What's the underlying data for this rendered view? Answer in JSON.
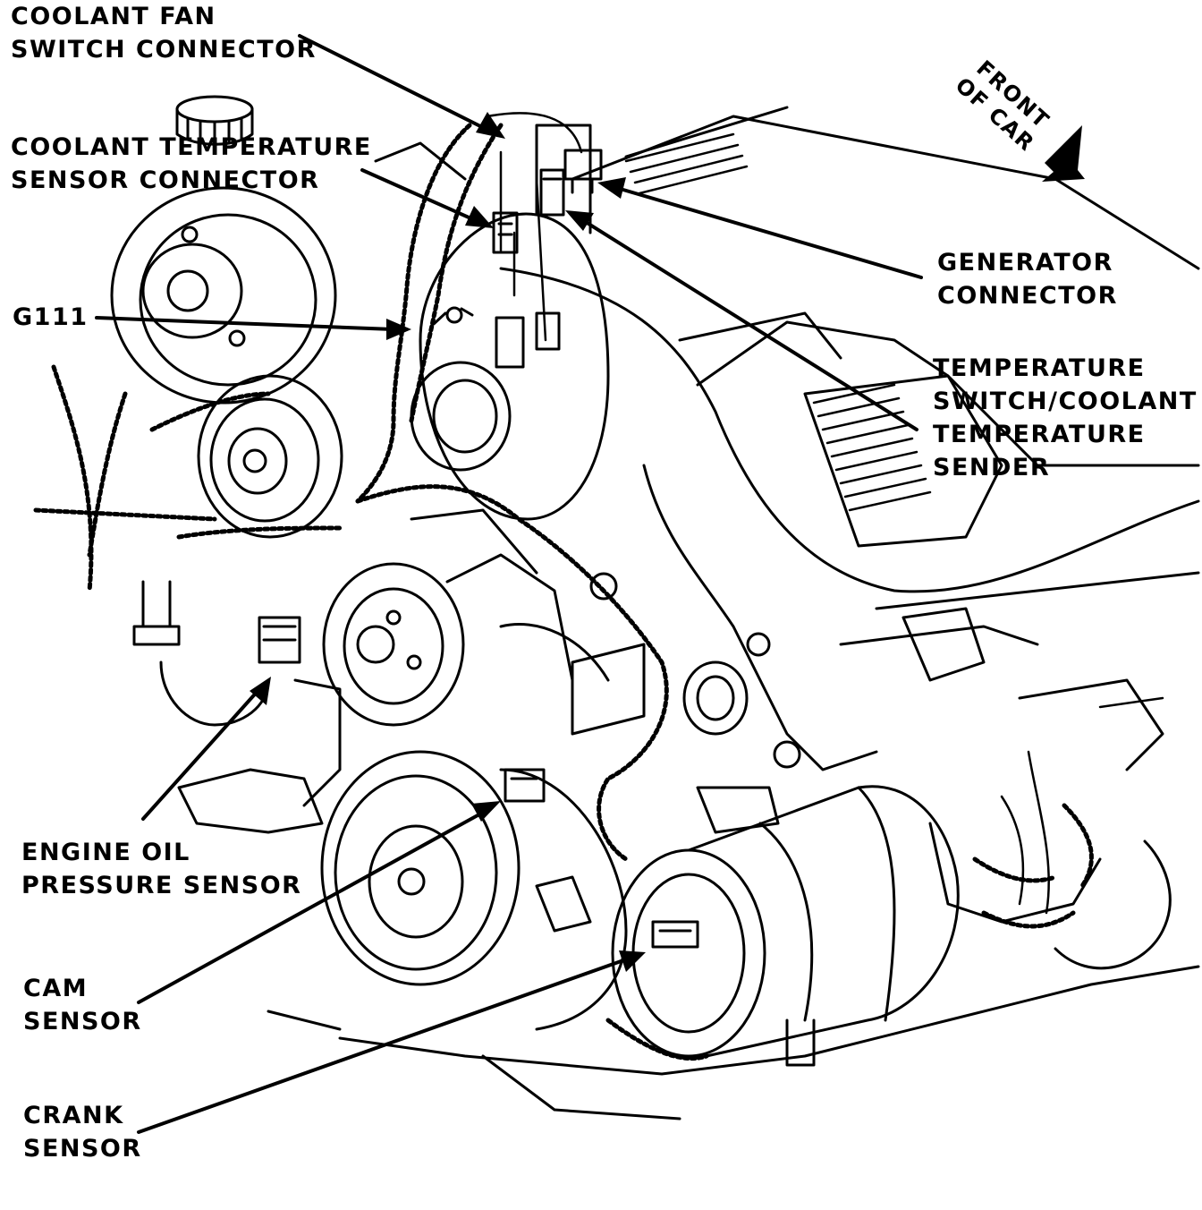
{
  "labels": {
    "coolant_fan": {
      "line1": "COOLANT FAN",
      "line2": "SWITCH CONNECTOR"
    },
    "coolant_temp_sensor": {
      "line1": "COOLANT TEMPERATURE",
      "line2": "SENSOR CONNECTOR"
    },
    "g111": {
      "line1": "G111"
    },
    "generator": {
      "line1": "GENERATOR",
      "line2": "CONNECTOR"
    },
    "temp_switch": {
      "line1": "TEMPERATURE",
      "line2": "SWITCH/COOLANT",
      "line3": "TEMPERATURE",
      "line4": "SENDER"
    },
    "oil_pressure": {
      "line1": "ENGINE OIL",
      "line2": "PRESSURE SENSOR"
    },
    "cam": {
      "line1": "CAM",
      "line2": "SENSOR"
    },
    "crank": {
      "line1": "CRANK",
      "line2": "SENSOR"
    },
    "front_of_car": {
      "line1": "FRONT",
      "line2": "OF CAR"
    }
  },
  "colors": {
    "ink": "#000000",
    "paper": "#ffffff"
  }
}
